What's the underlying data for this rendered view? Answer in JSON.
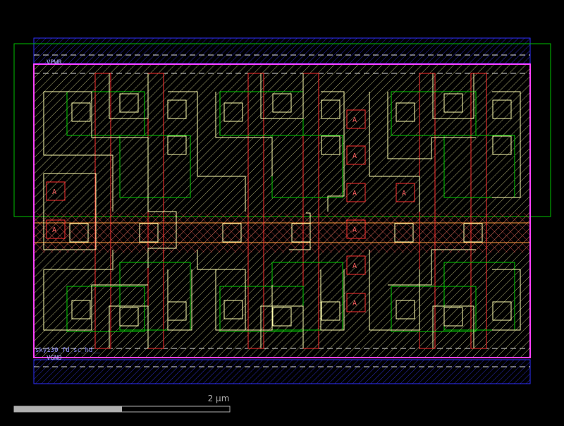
{
  "layout_view": {
    "cell_labels": {
      "vdd": "VPWR",
      "gnd": "VGND",
      "cell_name": "sky130_fd_sc_hd__"
    },
    "pin_labels": [
      "A",
      "A",
      "A",
      "A",
      "A",
      "A",
      "A",
      "A",
      "A"
    ],
    "scale_bar": {
      "label": "2 µm",
      "fill_fraction": 0.5
    },
    "layer_colors": {
      "background": "#000000",
      "boundary": "#ff40ff",
      "metal1": "#ffffb0",
      "nwell_outline": "#00c000",
      "met2": "#3030ff",
      "poly": "#ff3030",
      "local_interconnect": "#ffa040",
      "diff": "#00e000",
      "cell_outline": "#ffffff"
    }
  }
}
